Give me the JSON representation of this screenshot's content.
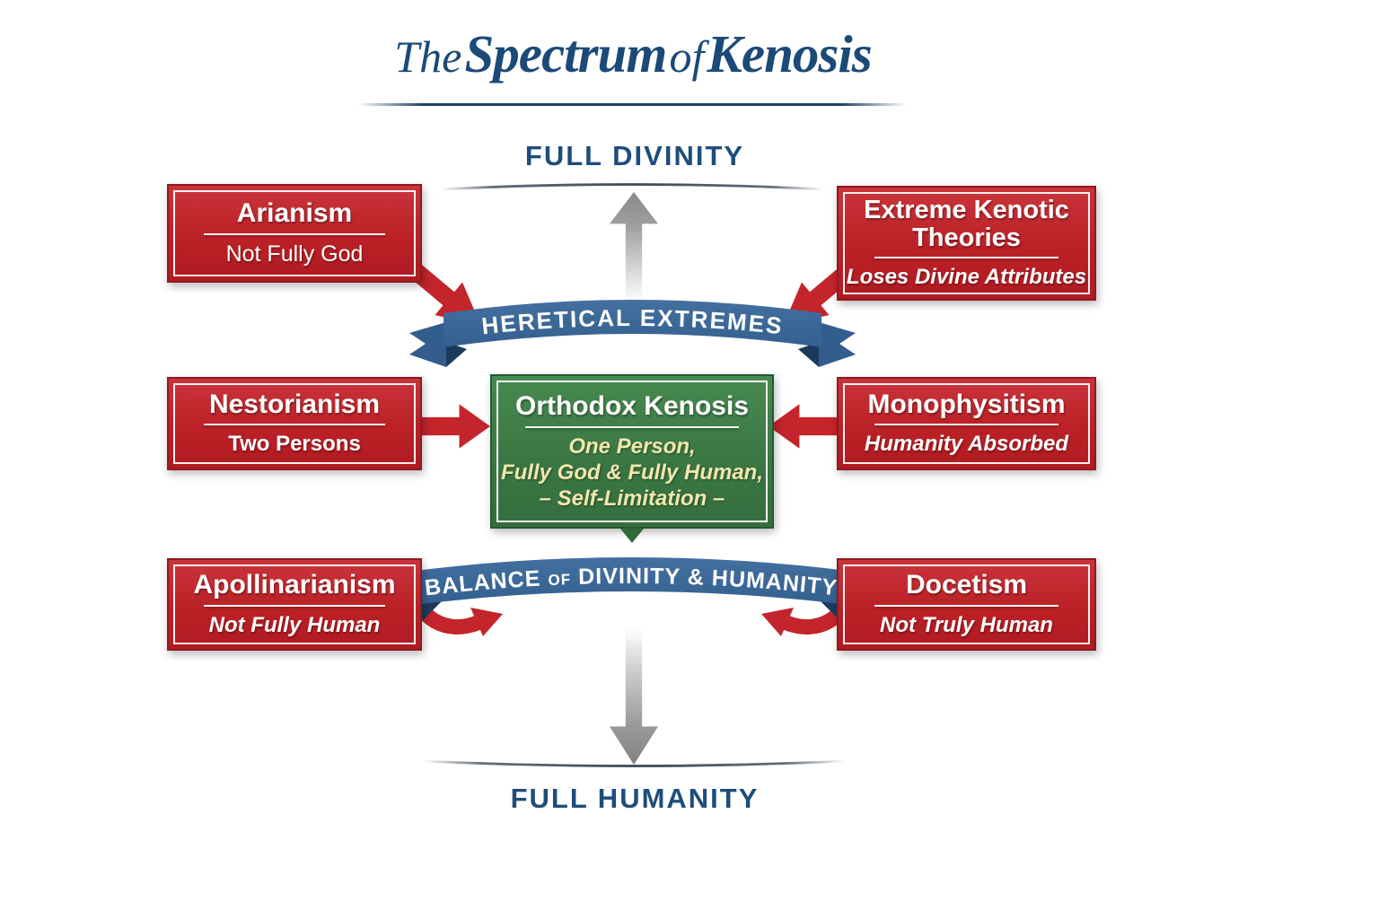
{
  "title": {
    "word1": "The",
    "word2": "Spectrum",
    "word3": "of",
    "word4": "Kenosis"
  },
  "axis": {
    "top_label": "FULL DIVINITY",
    "bottom_label": "FULL HUMANITY"
  },
  "banners": {
    "heretical": "HERETICAL EXTREMES",
    "balance_part1": "BALANCE ",
    "balance_part2": "OF",
    "balance_part3": " DIVINITY & HUMANITY"
  },
  "boxes": [
    {
      "id": "arianism",
      "title": "Arianism",
      "subtitle": "Not Fully God"
    },
    {
      "id": "extreme-kenotic",
      "title": "Extreme Kenotic Theories",
      "subtitle": "Loses Divine Attributes"
    },
    {
      "id": "nestorianism",
      "title": "Nestorianism",
      "subtitle": "Two Persons"
    },
    {
      "id": "monophysitism",
      "title": "Monophysitism",
      "subtitle": "Humanity Absorbed"
    },
    {
      "id": "apollinarianism",
      "title": "Apollinarianism",
      "subtitle": "Not Fully Human"
    },
    {
      "id": "docetism",
      "title": "Docetism",
      "subtitle": "Not Truly Human"
    }
  ],
  "center_box": {
    "title": "Orthodox Kenosis",
    "lines": [
      "One Person,",
      "Fully God & Fully Human,",
      "– Self-Limitation –"
    ]
  },
  "colors": {
    "heresy_red": "#bb2127",
    "arrow_red": "#c4242b",
    "orthodox_green": "#3b7744",
    "banner_blue": "#3b6493",
    "banner_fold_navy": "#1d3a5c",
    "title_navy": "#1b4a78",
    "axis_navy": "#1e4d7b",
    "cream_text": "#efe8ac",
    "gray_arrow": "#8a8a8a"
  }
}
